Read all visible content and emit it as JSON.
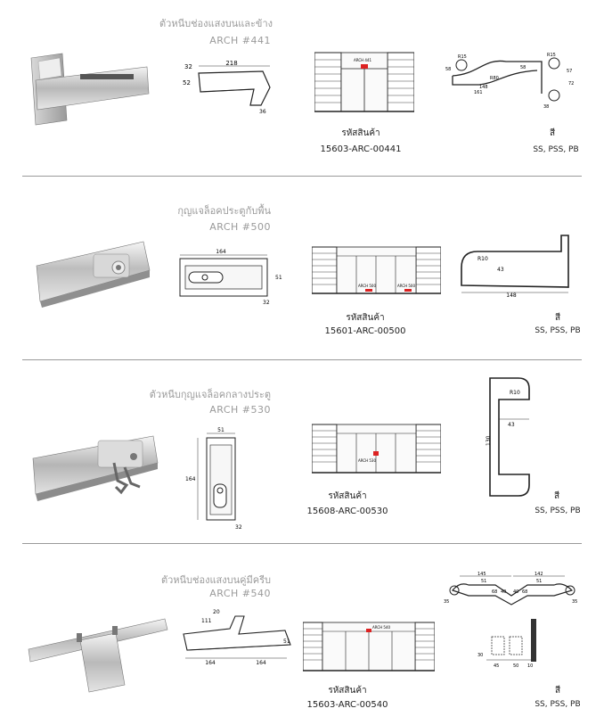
{
  "products": [
    {
      "title": "ตัวหนีบช่องแสงบนและข้าง",
      "model": "ARCH #441",
      "code_label": "รหัสสินค้า",
      "code": "15603-ARC-00441",
      "color_label": "สี",
      "colors": "SS, PSS, PB",
      "dims": [
        "218",
        "32",
        "52",
        "36"
      ],
      "door_labels": [
        "ARCH 441"
      ],
      "profile_dims": [
        "58",
        "148",
        "161",
        "57",
        "72",
        "38",
        "R80",
        "R15",
        "R15",
        "58"
      ]
    },
    {
      "title": "กุญแจล็อคประตูกับพื้น",
      "model": "ARCH #500",
      "code_label": "รหัสสินค้า",
      "code": "15601-ARC-00500",
      "color_label": "สี",
      "colors": "SS, PSS, PB",
      "dims": [
        "164",
        "51",
        "32"
      ],
      "door_labels": [
        "ARCH 500",
        "ARCH 500"
      ],
      "profile_dims": [
        "R10",
        "43",
        "148"
      ]
    },
    {
      "title": "ตัวหนีบกุญแจล็อคกลางประตู",
      "model": "ARCH #530",
      "code_label": "รหัสสินค้า",
      "code": "15608-ARC-00530",
      "color_label": "สี",
      "colors": "SS, PSS, PB",
      "dims": [
        "51",
        "164",
        "32"
      ],
      "door_labels": [
        "ARCH 530"
      ],
      "profile_dims": [
        "R10",
        "43",
        "130"
      ]
    },
    {
      "title": "ตัวหนีบช่องแสงบนคู่มีครีบ",
      "model": "ARCH #540",
      "code_label": "รหัสสินค้า",
      "code": "15603-ARC-00540",
      "color_label": "สี",
      "colors": "SS, PSS, PB",
      "dims": [
        "20",
        "111",
        "51",
        "164",
        "164"
      ],
      "door_labels": [
        "ARCH 540"
      ],
      "profile_dims": [
        "145",
        "142",
        "51",
        "51",
        "35",
        "35",
        "68",
        "68",
        "40",
        "40",
        "45",
        "50",
        "10",
        "30"
      ]
    }
  ]
}
